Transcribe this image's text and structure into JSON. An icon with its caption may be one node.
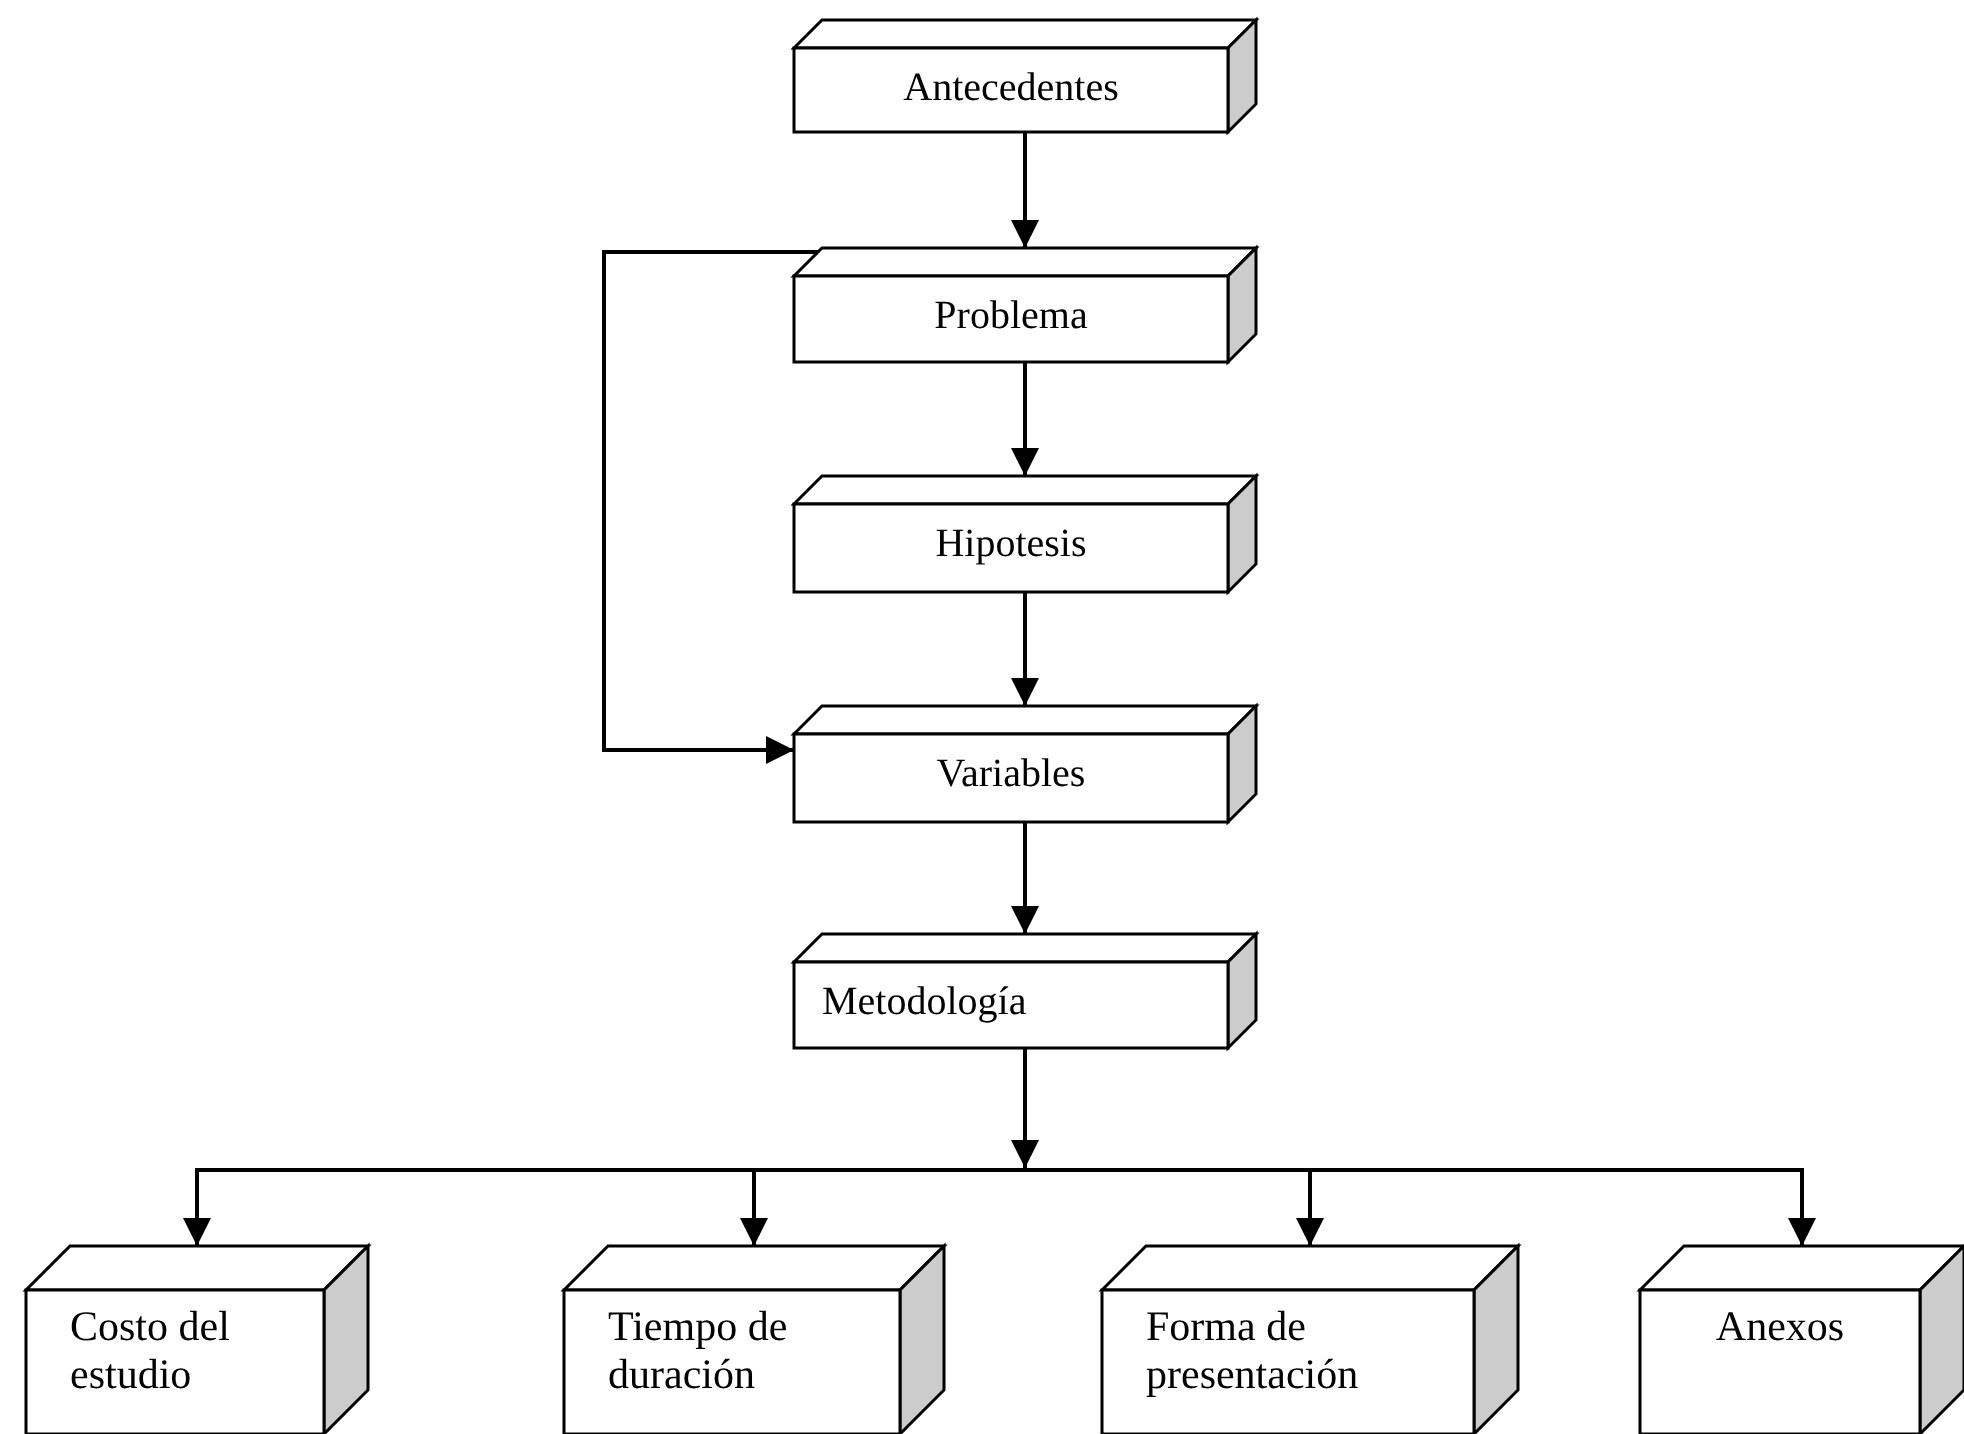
{
  "diagram": {
    "nodes": [
      {
        "text": [
          "Antecedentes"
        ]
      },
      {
        "text": [
          "Problema"
        ]
      },
      {
        "text": [
          "Hipotesis"
        ]
      },
      {
        "text": [
          "Variables"
        ]
      },
      {
        "text": [
          "Metodología"
        ]
      },
      {
        "text": [
          "Costo del estudio"
        ]
      },
      {
        "text": [
          "Tiempo de duración"
        ]
      },
      {
        "text": [
          "Forma de presentación"
        ]
      },
      {
        "text": [
          "Anexos"
        ]
      }
    ],
    "edges": [
      {
        "from": 0,
        "to": 1,
        "arrow": "to"
      },
      {
        "from": 1,
        "to": 2,
        "arrow": "to"
      },
      {
        "from": 2,
        "to": 3,
        "arrow": "to"
      },
      {
        "from": 3,
        "to": 4,
        "arrow": "to"
      },
      {
        "from": 1,
        "to": 3,
        "arrow": "to"
      },
      {
        "from": 4,
        "to": 5,
        "arrow": "to"
      },
      {
        "from": 4,
        "to": 6,
        "arrow": "to"
      },
      {
        "from": 4,
        "to": 7,
        "arrow": "to"
      },
      {
        "from": 4,
        "to": 8,
        "arrow": "to"
      }
    ]
  }
}
